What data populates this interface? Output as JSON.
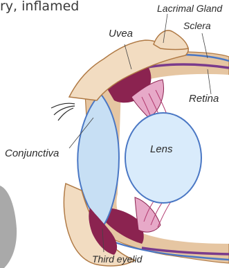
{
  "top_text": "ry, inflamed",
  "labels": {
    "lacrimal_gland": "Lacrimal Gland",
    "sclera": "Sclera",
    "uvea": "Uvea",
    "retina": "Retina",
    "lens": "Lens",
    "conjunctiva": "Conjunctiva",
    "third_eyelid": "Third eyelid"
  },
  "colors": {
    "eyelid_outline": "#b07a45",
    "tissue_tan": "#c9a06c",
    "uvea_dark": "#8b2350",
    "muscle_pink": "#e7a9c8",
    "cornea_blue": "#c7dff4",
    "lens_blue": "#d9ebfb",
    "sclera_line": "#4a77c4",
    "retina_purple": "#7a3b8c"
  }
}
